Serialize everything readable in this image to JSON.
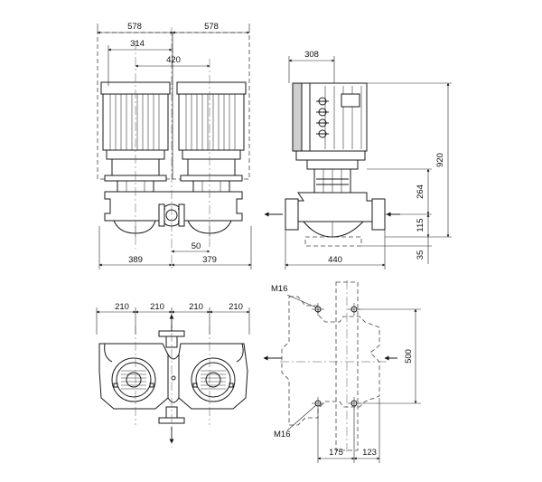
{
  "views": {
    "front": {
      "dims_top": [
        "578",
        "578",
        "314",
        "420"
      ],
      "dims_bottom": [
        "389",
        "379",
        "50"
      ]
    },
    "side": {
      "dims": [
        "308",
        "920",
        "264",
        "115",
        "35",
        "440"
      ]
    },
    "top": {
      "dims_top": [
        "210",
        "210",
        "210",
        "210"
      ]
    },
    "foundation": {
      "bolt_label_top": "M16",
      "bolt_label_bottom": "M16",
      "dims": [
        "500",
        "175",
        "123"
      ]
    }
  },
  "icons": [
    "flow-arrow-icon"
  ]
}
